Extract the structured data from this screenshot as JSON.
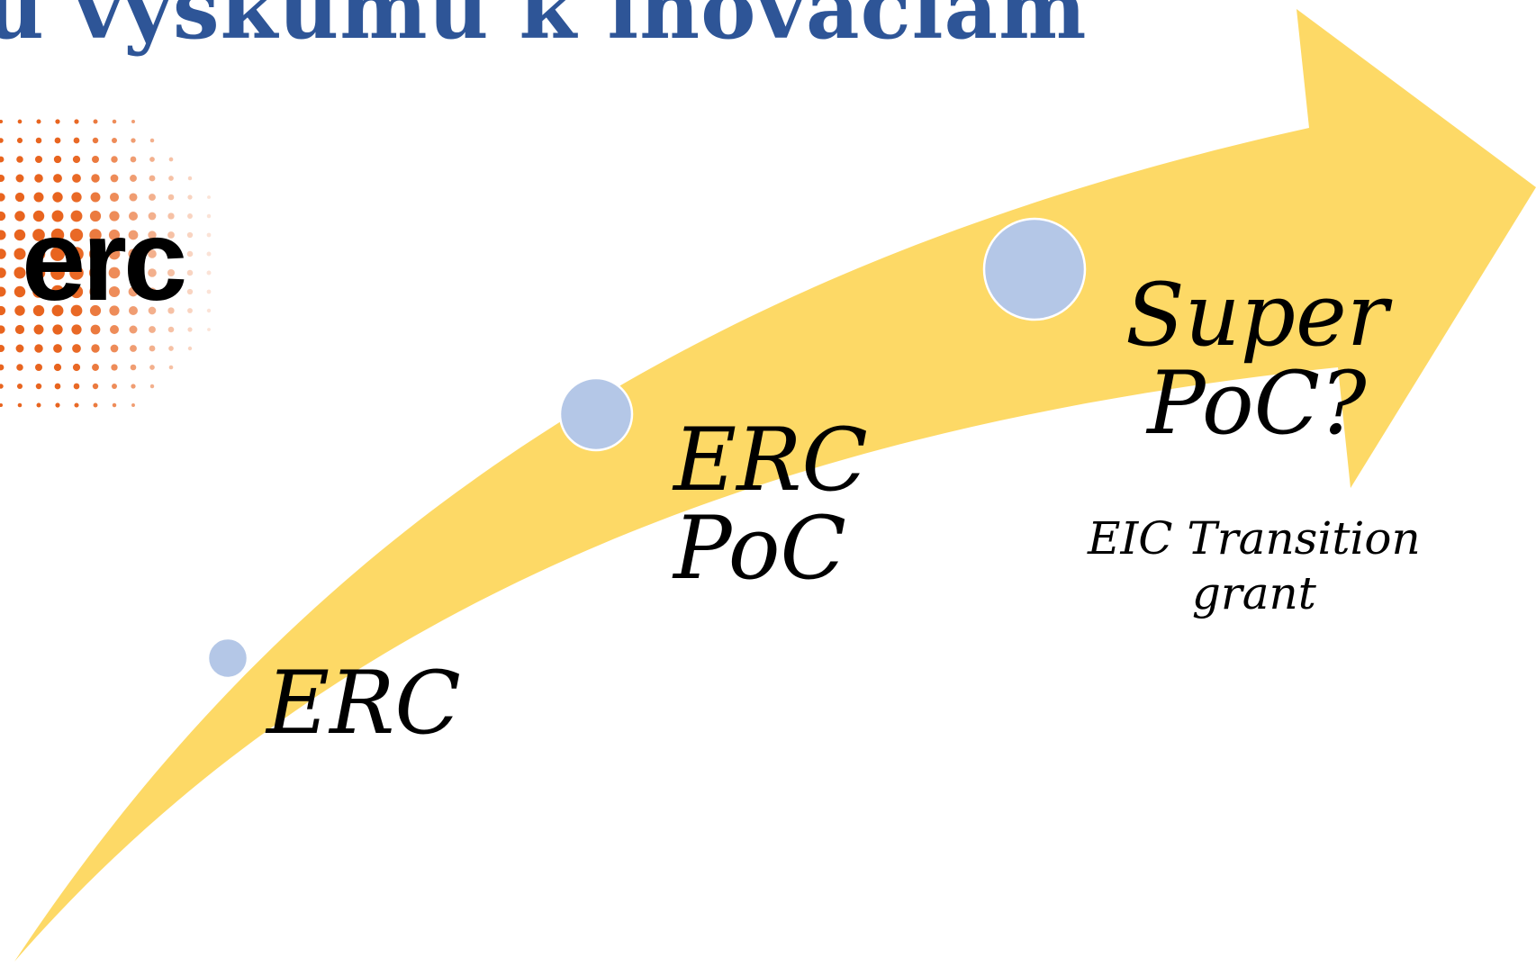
{
  "title": "u výskumu k inováciám",
  "logo": {
    "text": "erc",
    "dot_color": "#e8641f"
  },
  "arrow": {
    "color": "#fdd966"
  },
  "stages": [
    {
      "lines": [
        "ERC"
      ],
      "marker_color": "#b4c7e7"
    },
    {
      "lines": [
        "ERC",
        "PoC"
      ],
      "marker_color": "#b4c7e7"
    },
    {
      "lines": [
        "Super",
        "PoC?"
      ],
      "marker_color": "#b4c7e7",
      "note": [
        "EIC Transition",
        "grant"
      ]
    }
  ]
}
